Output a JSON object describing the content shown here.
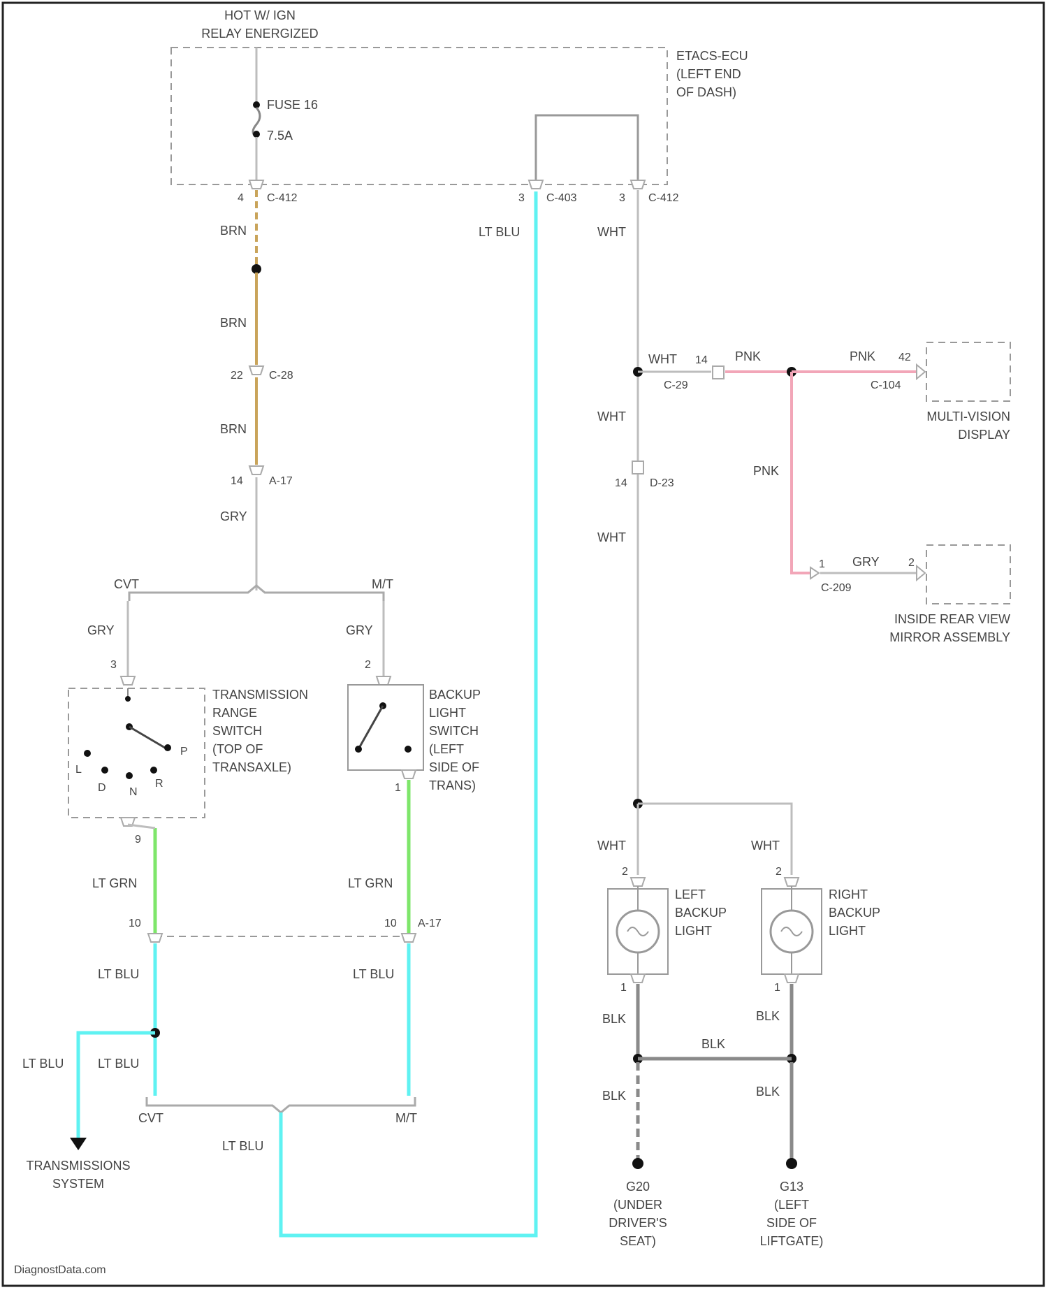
{
  "top_supply": {
    "line1": "HOT W/ IGN",
    "line2": "RELAY ENERGIZED"
  },
  "module": {
    "line1": "ETACS-ECU",
    "line2": "(LEFT END",
    "line3": "OF DASH)"
  },
  "fuse": {
    "name": "FUSE 16",
    "rating": "7.5A"
  },
  "connectors": {
    "c412_left": {
      "pin": "4",
      "name": "C-412"
    },
    "c403": {
      "pin": "3",
      "name": "C-403"
    },
    "c412_right": {
      "pin": "3",
      "name": "C-412"
    },
    "c28": {
      "pin": "22",
      "name": "C-28"
    },
    "a17_top": {
      "pin": "14",
      "name": "A-17"
    },
    "c29": {
      "pin": "14",
      "name": "C-29"
    },
    "c104": {
      "pin": "42",
      "name": "C-104"
    },
    "d23": {
      "pin": "14",
      "name": "D-23"
    },
    "c209": {
      "pin": "1",
      "name": "C-209",
      "pin_right": "2"
    },
    "a17_bottom": {
      "pin_left": "10",
      "pin_right": "10",
      "name": "A-17"
    }
  },
  "wire_labels": {
    "brn1": "BRN",
    "brn2": "BRN",
    "brn3": "BRN",
    "gry_main": "GRY",
    "gry_cvt": "GRY",
    "gry_mt": "GRY",
    "ltblu_top": "LT BLU",
    "wht_top": "WHT",
    "wht_c29": "WHT",
    "pnk_c29": "PNK",
    "pnk_c104": "PNK",
    "wht_mid": "WHT",
    "pnk_vert": "PNK",
    "wht_d23": "WHT",
    "gry_mirror": "GRY",
    "ltgrn_left": "LT GRN",
    "ltgrn_right": "LT GRN",
    "ltblu_left": "LT BLU",
    "ltblu_right": "LT BLU",
    "ltblu_trans": "LT BLU",
    "ltblu_left2": "LT BLU",
    "ltblu_bottom": "LT BLU",
    "wht_left_lamp": "WHT",
    "wht_right_lamp": "WHT",
    "blk_left_top": "BLK",
    "blk_right_top": "BLK",
    "blk_mid": "BLK",
    "blk_left_bot": "BLK",
    "blk_right_bot": "BLK"
  },
  "splits": {
    "top_left": "CVT",
    "top_right": "M/T",
    "bottom_left": "CVT",
    "bottom_right": "M/T"
  },
  "trs": {
    "pin_top": "3",
    "pin_bottom": "9",
    "line1": "TRANSMISSION",
    "line2": "RANGE",
    "line3": "SWITCH",
    "line4": "(TOP OF",
    "line5": "TRANSAXLE)",
    "pos_p": "P",
    "pos_l": "L",
    "pos_d": "D",
    "pos_n": "N",
    "pos_r": "R"
  },
  "backup_switch": {
    "pin_top": "2",
    "pin_bottom": "1",
    "line1": "BACKUP",
    "line2": "LIGHT",
    "line3": "SWITCH",
    "line4": "(LEFT",
    "line5": "SIDE OF",
    "line6": "TRANS)"
  },
  "multi_vision": {
    "line1": "MULTI-VISION",
    "line2": "DISPLAY"
  },
  "mirror": {
    "line1": "INSIDE REAR VIEW",
    "line2": "MIRROR ASSEMBLY"
  },
  "left_lamp": {
    "pin_top": "2",
    "pin_bottom": "1",
    "line1": "LEFT",
    "line2": "BACKUP",
    "line3": "LIGHT"
  },
  "right_lamp": {
    "pin_top": "2",
    "pin_bottom": "1",
    "line1": "RIGHT",
    "line2": "BACKUP",
    "line3": "LIGHT"
  },
  "trans_system": {
    "line1": "TRANSMISSIONS",
    "line2": "SYSTEM"
  },
  "ground_left": {
    "name": "G20",
    "line1": "(UNDER",
    "line2": "DRIVER'S",
    "line3": "SEAT)"
  },
  "ground_right": {
    "name": "G13",
    "line1": "(LEFT",
    "line2": "SIDE OF",
    "line3": "LIFTGATE)"
  },
  "footer": "DiagnostData.com",
  "colors": {
    "lt_blu": "#5ff2f2",
    "lt_grn": "#7ee66a",
    "brn": "#c9a45a",
    "pnk": "#f2a6b8",
    "wht": "#bdbdbd",
    "blk": "#8a8a8a"
  }
}
